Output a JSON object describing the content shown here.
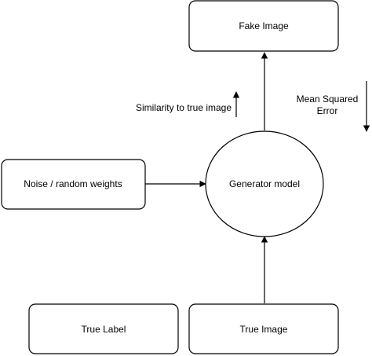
{
  "diagram": {
    "nodes": {
      "fake_image": {
        "label": "Fake Image",
        "shape": "rounded-rectangle"
      },
      "noise": {
        "label": "Noise / random weights",
        "shape": "rounded-rectangle"
      },
      "generator": {
        "label": "Generator model",
        "shape": "ellipse"
      },
      "true_label": {
        "label": "True Label",
        "shape": "rounded-rectangle"
      },
      "true_image": {
        "label": "True Image",
        "shape": "rounded-rectangle"
      }
    },
    "annotations": {
      "similarity": {
        "label": "Similarity to true image",
        "arrow": "up"
      },
      "mse_line1": {
        "label": "Mean Squared"
      },
      "mse_line2": {
        "label": "Error"
      },
      "mse_arrow": "down"
    },
    "edges": [
      {
        "from": "noise",
        "to": "generator"
      },
      {
        "from": "true_image",
        "to": "generator"
      },
      {
        "from": "generator",
        "to": "fake_image"
      }
    ],
    "colors": {
      "stroke": "#000000",
      "fill": "#ffffff",
      "text": "#000000"
    }
  }
}
